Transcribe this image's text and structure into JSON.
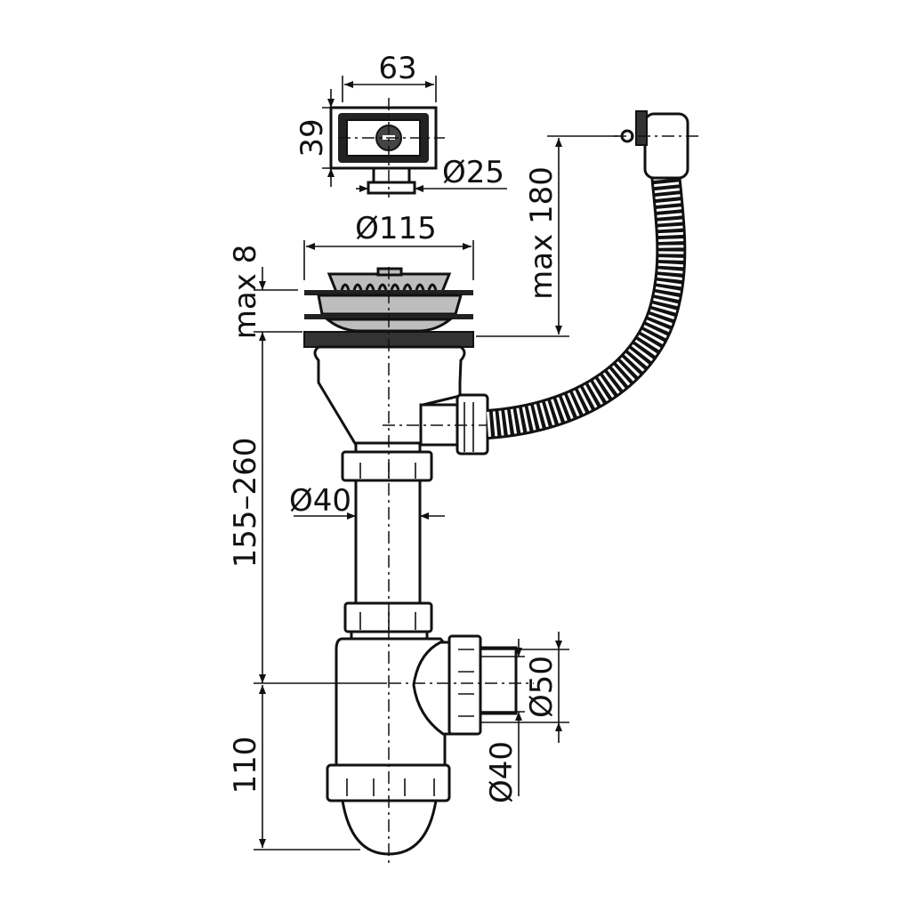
{
  "dimensions": {
    "overflow_width": "63",
    "overflow_height": "39",
    "overflow_diameter": "Ø25",
    "strainer_diameter": "Ø115",
    "sink_thickness": "max 8",
    "hose_height": "max 180",
    "drain_height": "155–260",
    "pipe_diameter": "Ø40",
    "trap_height": "110",
    "outlet_outer_diameter": "Ø50",
    "outlet_inner_diameter": "Ø40"
  }
}
